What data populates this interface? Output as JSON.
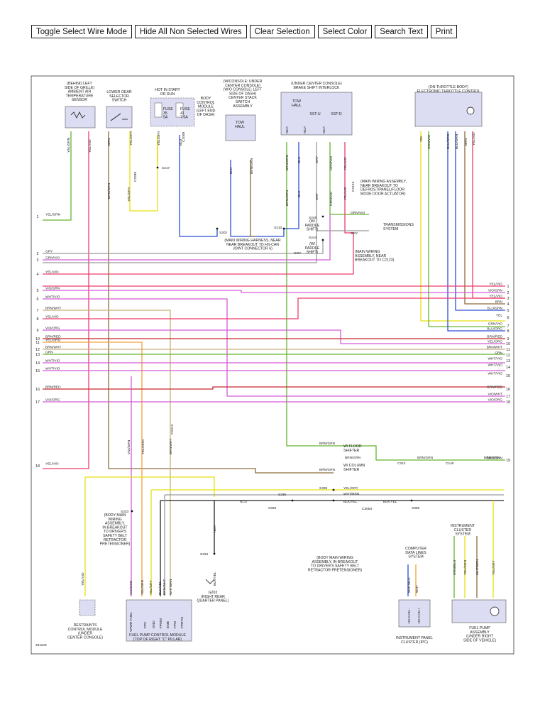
{
  "toolbar": {
    "buttons": [
      {
        "id": "toggle",
        "label": "Toggle Select Wire Mode"
      },
      {
        "id": "hide",
        "label": "Hide All Non Selected Wires"
      },
      {
        "id": "clear",
        "label": "Clear Selection"
      },
      {
        "id": "color",
        "label": "Select Color"
      },
      {
        "id": "search",
        "label": "Search Text"
      },
      {
        "id": "print",
        "label": "Print"
      }
    ]
  },
  "colors": {
    "green": "#63b32e",
    "yellow": "#e6e00f",
    "pink": "#ee3c6b",
    "blue": "#2b4fd4",
    "violet": "#d45ad7",
    "brown": "#8a6b3c",
    "orange": "#f0a23a",
    "tan": "#c7b17a",
    "gray": "#9a9a9a",
    "red": "#c8282e",
    "black": "#222222"
  },
  "diagram": {
    "doc_code": "291103",
    "component_labels": {
      "ambient": "(BEHIND LEFT|SIDE OF GRILLE)|AMBIENT AIR|TEMPERATURE|SENSOR",
      "lower_gear": "LOWER GEAR|SELECTOR|SWITCH",
      "hot": "HOT IN START|OR RUN",
      "bcm": "BODY|CONTROL|MODULE|(LEFT END|OF DASH)",
      "stack": "(W/CONSOLE: UNDER|CENTER CONSOLE)|(W/O CONSOLE: LEFT|SIDE OF DASH)|CENTER STACK|SWITCH|ASSEMBLY",
      "bsi": "(UNDER CENTER CONSOLE)|BRAKE SHIFT INTERLOCK",
      "etc": "(ON THROTTLE BODY)|ELECTRONIC THROTTLE CONTROL",
      "fuse35": "FUSE|35|5A",
      "fuse41": "FUSE|41|7.5A",
      "tow": "TOW|HAUL",
      "tow2": "TOW|HAUL",
      "sstu": "SST-U",
      "sstd": "SST-D",
      "trans_sys": "TRANSMISSIONS|SYSTEM",
      "harness_note1": "(MAIN WIRING ASSEMBLY,|NEAR BREAKOUT TO|DEFROST/PANEL/FLOOR|MODE DOOR ACTUATOR)",
      "harness_note2": "(MAIN WIRING HARNESS, NEAR|NEAR BREAKOUT TO HS-CAN|JOINT CONNECTOR 6)",
      "harness_note3": "(MAIN WIRING|ASSEMBLY, NEAR|BREAKOUT TO C2123)",
      "paddle1": "(W/|PADDLE|SHIFT)",
      "paddle2": "(W/|PADDLE|SHIFT)",
      "floor_shifter": "W/ FLOOR|SHIFTER",
      "column_shifter": "W/ COLUMN|SHIFTER",
      "s333_note": "(BODY MAIN|WIRING|ASSEMBLY,|IN BREAKOUT|TO DRIVER'S|SAFETY BELT|RETRACTOR|PRETENSIONER)",
      "s336_note": "(BODY MAIN WIRING|ASSEMBLY, IN BREAKOUT|TO DRIVER'S SAFETY BELT|RETRACTOR PRETENSIONER)",
      "g202": "G202|(RIGHT REAR|QUARTER PANEL)",
      "rcm": "RESTRAINTS|CONTROL MODULE|(UNDER|CENTER CONSOLE)",
      "fpcm": "FUEL PUMP CONTROL MODULE|(TOP OF RIGHT \"C\" PILLAR)",
      "cdl": "COMPUTER|DATA LINES|SYSTEM",
      "ipc": "INSTRUMENT PANEL|CLUSTER (IPC)",
      "ics": "INSTRUMENT|CLUSTER|SYSTEM",
      "fpa": "FUEL PUMP|ASSEMBLY|(UNDER RIGHT|SIDE OF VEHICLE)"
    },
    "splices": {
      "s217": "S217",
      "s202": "S202",
      "s210": "S210",
      "s245": "S245",
      "s244": "S244",
      "s333": "S333",
      "s334": "S334",
      "s335": "S335",
      "s336": "S336",
      "s329": "S329",
      "s396": "S396"
    },
    "connectors": {
      "c2123": "C2123",
      "c2008": "C2008",
      "c212": "C212",
      "c140": "C140",
      "c3053": "C3053",
      "c2280": "C2280",
      "c2313": "C2313"
    },
    "left_wires": [
      {
        "n": "1",
        "label": "YEL/GRN"
      },
      {
        "n": "2",
        "label": "GRY"
      },
      {
        "n": "3",
        "label": "GRN/VIO"
      },
      {
        "n": "4",
        "label": "YEL/VIO"
      },
      {
        "n": "5",
        "label": "VIO/GRN"
      },
      {
        "n": "6",
        "label": "WHT/VIO"
      },
      {
        "n": "7",
        "label": "BRN/WHT"
      },
      {
        "n": "8",
        "label": "YEL/VIO"
      },
      {
        "n": "9",
        "label": "VIO/ORG"
      },
      {
        "n": "10",
        "label": "BRN/RED"
      },
      {
        "n": "11",
        "label": "YEL/ORG"
      },
      {
        "n": "12",
        "label": "BRN/WHT"
      },
      {
        "n": "13",
        "label": "GRN"
      },
      {
        "n": "14",
        "label": "WHT/VIO"
      },
      {
        "n": "15",
        "label": "WHT/VIO"
      },
      {
        "n": "16",
        "label": "BRN/RED"
      },
      {
        "n": "17",
        "label": "VIO/ORG"
      },
      {
        "n": "18",
        "label": "YEL/VIO"
      }
    ],
    "right_wires": [
      {
        "n": "1",
        "label": "YEL/VIO"
      },
      {
        "n": "2",
        "label": "VIO/GRN"
      },
      {
        "n": "3",
        "label": "YEL/VIO"
      },
      {
        "n": "4",
        "label": "BRN"
      },
      {
        "n": "5",
        "label": "BLU/GRN"
      },
      {
        "n": "6",
        "label": "YEL"
      },
      {
        "n": "7",
        "label": "GRN/VIO"
      },
      {
        "n": "8",
        "label": "BLU/ORG"
      },
      {
        "n": "9",
        "label": "BRN/RED"
      },
      {
        "n": "10",
        "label": "YEL/ORG"
      },
      {
        "n": "11",
        "label": "BRN/WHT"
      },
      {
        "n": "12",
        "label": "GRN"
      },
      {
        "n": "13",
        "label": "WHT/VIO"
      },
      {
        "n": "14",
        "label": "WHT/VIO"
      },
      {
        "n": "15",
        "label": "WHT/VIO"
      },
      {
        "n": "16",
        "label": "BRN/RED"
      },
      {
        "n": "17",
        "label": "VIO/WHT"
      },
      {
        "n": "18",
        "label": "VIO/ORG"
      },
      {
        "n": "19",
        "label": "BRN/GRN"
      }
    ],
    "pin_labels": {
      "amb_l": "YEL/GRN",
      "amb_r": "YEL/VIO",
      "lg_l": "BRN",
      "lg_r": "YEL/GRY",
      "bcm_a": "YEL/GRY",
      "bcm_b": "BLU",
      "c2008": "C2008",
      "s217_w": "YEL/GRY",
      "sw_l": "BLU",
      "sw_r": "BRN/GRN",
      "sw2_l": "BLU",
      "sw2_r": "BRN/GRN",
      "bsi1": "BRN/GRN",
      "bsi2": "BLU",
      "bsi3": "GRY",
      "bsi4": "YEL/VIO",
      "bsi5": "GRN/VIO",
      "bsi_nca1": "NCA",
      "bsi_nca2": "NCA",
      "bsi_nca3": "NCA",
      "etc1": "YEL",
      "etc2": "GRN/VIO",
      "etc3": "BLU/ORG",
      "etc4": "BLU/GRN",
      "etc5": "BRN",
      "etc6": "YEL/VIO",
      "brn_grn": "BRN/GRN",
      "grn_vio": "GRN/VIO",
      "gry": "GRY",
      "gry2": "GRY",
      "vio_grn": "VIO/GRN",
      "yel_org": "YEL/ORG",
      "brn_wht": "BRN/WHT",
      "yel_gry": "YEL/GRY",
      "wht_brn": "WHT/BRN",
      "blk_yel": "BLK/YEL",
      "nca": "NCA",
      "gry_pin": "GRY",
      "yel_vio_rcm": "YEL/VIO",
      "yel_vio_b": "YEL/GRN",
      "fp1": "VIO/GRN",
      "fp2": "YEL/ORG",
      "fp3": "BLK/YEL",
      "fp4": "YEL/VIO",
      "fp5": "BRN/WHT",
      "fp6": "WHT/BRN",
      "fpn1": "VPWR FUEL",
      "fpn2": "FPC",
      "fpn3": "GND",
      "fpn4": "FPMM",
      "fpn5": "ENB",
      "fpn6": "FPM",
      "fpn7": "FPRTN",
      "cdl_a": "WHT/BLU",
      "cdl_b": "WHT",
      "hscanl": "HS CAN -",
      "hscanh": "HS CAN +",
      "fpa1": "GRN/BLU",
      "fpa2": "YEL/GRN",
      "fpa3": "WHT/BRN",
      "fpa4": "YEL/GRY",
      "c212": "C212",
      "c140": "C140",
      "brn_grn_r": "BRN/GRN"
    }
  }
}
